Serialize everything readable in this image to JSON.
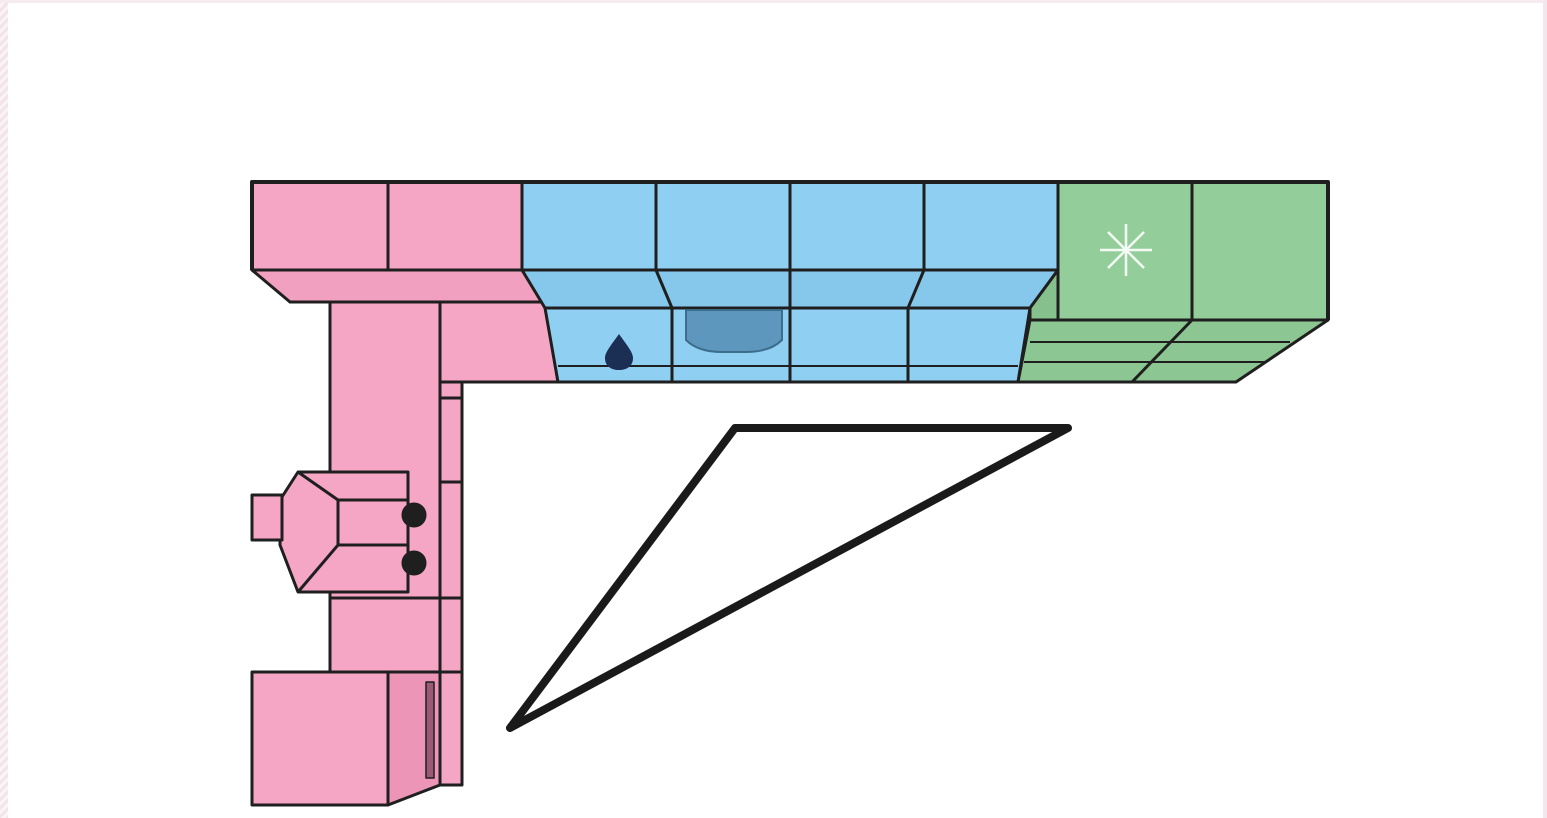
{
  "diagram": {
    "kind": "kitchen-work-triangle-layout",
    "layout_shape": "L-shaped",
    "zones": [
      {
        "id": "storage-zone",
        "color": "#f4a6c4",
        "icon": "none"
      },
      {
        "id": "sink-zone",
        "color": "#8fcff1",
        "icon": "water-drop-icon"
      },
      {
        "id": "fridge-zone",
        "color": "#93ce9a",
        "icon": "snowflake-icon"
      }
    ],
    "fixtures": [
      {
        "id": "cooktop",
        "icon": "range-hood-icon",
        "zone": "storage-zone"
      },
      {
        "id": "sink",
        "icon": "sink-basin-icon",
        "zone": "sink-zone"
      }
    ],
    "work_triangle": {
      "stroke": "#1a1a1a"
    },
    "colors": {
      "outline": "#1f1f1f",
      "background": "#ffffff",
      "pink": "#f4a6c4",
      "blue": "#8fcff1",
      "green": "#93ce9a"
    }
  }
}
